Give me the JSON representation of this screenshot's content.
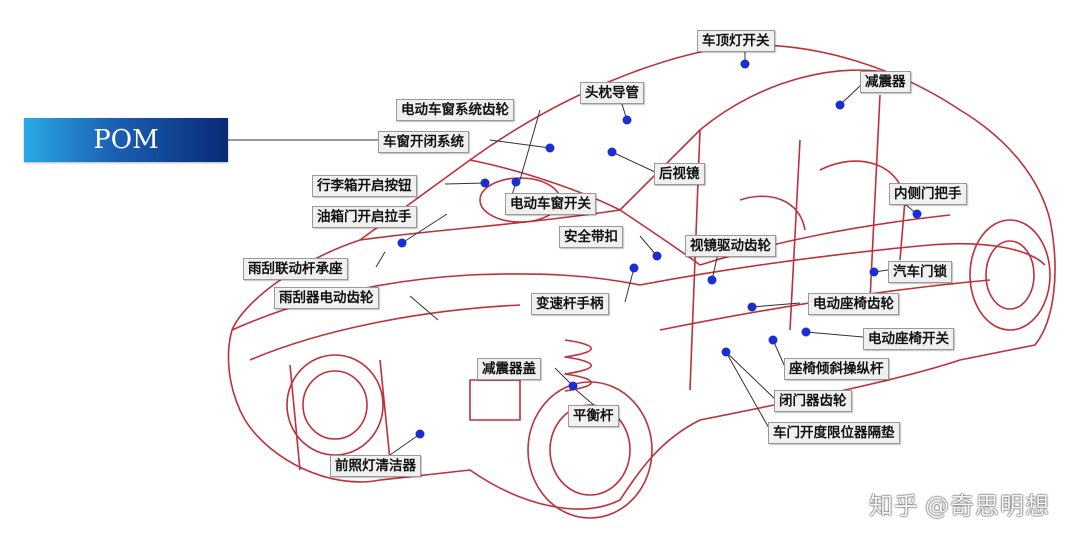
{
  "title_box": {
    "label": "POM"
  },
  "labels": {
    "roof_light_switch": "车顶灯开关",
    "shock_absorber": "减震器",
    "power_window_gear": "电动车窗系统齿轮",
    "headrest_guide": "头枕导管",
    "window_system": "车窗开闭系统",
    "rearview_mirror": "后视镜",
    "trunk_button": "行李箱开启按钮",
    "power_window_switch": "电动车窗开关",
    "inner_door_handle": "内侧门把手",
    "fuel_door_handle": "油箱门开启拉手",
    "seat_belt_buckle": "安全带扣",
    "mirror_drive_gear": "视镜驱动齿轮",
    "wiper_linkage_bearing": "雨刮联动杆承座",
    "door_lock": "汽车门锁",
    "wiper_motor_gear": "雨刮器电动齿轮",
    "shift_handle": "变速杆手柄",
    "power_seat_gear": "电动座椅齿轮",
    "power_seat_switch": "电动座椅开关",
    "shock_cover": "减震器盖",
    "seat_tilt_lever": "座椅倾斜操纵杆",
    "stabilizer_bar": "平衡杆",
    "door_closer_gear": "闭门器齿轮",
    "door_limiter_spacer": "车门开度限位器隔垫",
    "headlamp_washer": "前照灯清洁器"
  },
  "watermark": {
    "logo": "知乎",
    "handle": "@奇思明想"
  },
  "colors": {
    "outline": "#c0303a",
    "leader": "#333333",
    "dot": "#1a2fd0"
  }
}
